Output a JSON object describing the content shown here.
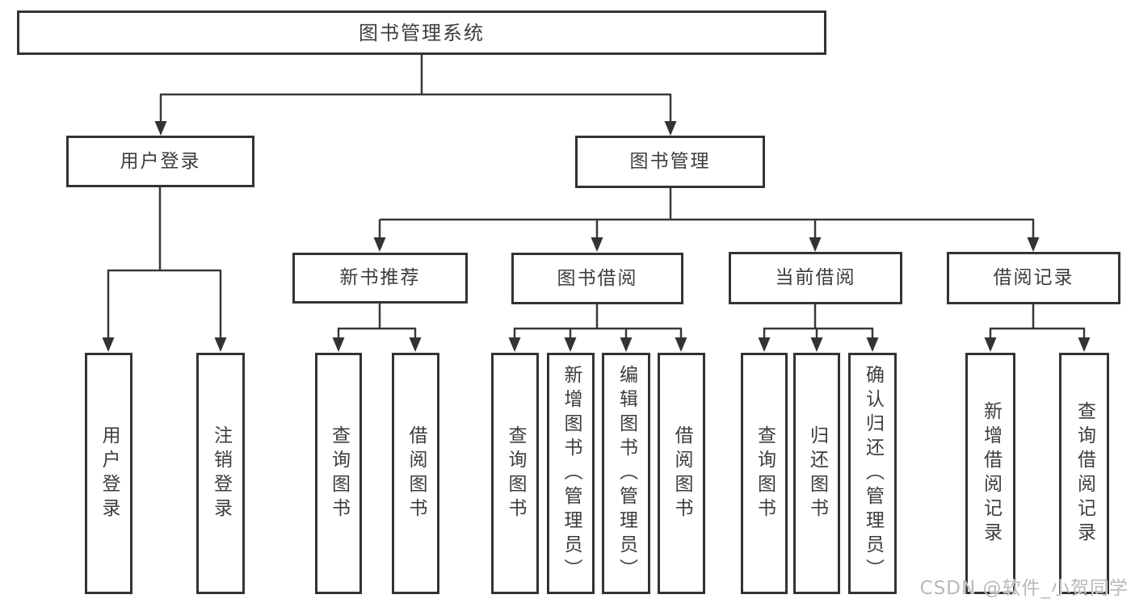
{
  "palette": {
    "line_color": "#383838",
    "border_color": "#333333",
    "text_color": "#3d3d3d",
    "watermark_color": "#b9b9b9",
    "background": "#ffffff"
  },
  "diagram": {
    "root": {
      "label": "图书管理系统"
    },
    "branches": [
      {
        "label": "用户登录",
        "children": [
          {
            "label": "用户登录"
          },
          {
            "label": "注销登录"
          }
        ]
      },
      {
        "label": "图书管理",
        "children": [
          {
            "label": "新书推荐",
            "children": [
              {
                "label": "查询图书"
              },
              {
                "label": "借阅图书"
              }
            ]
          },
          {
            "label": "图书借阅",
            "children": [
              {
                "label": "查询图书"
              },
              {
                "label": "新增图书（管理员）"
              },
              {
                "label": "编辑图书（管理员）"
              },
              {
                "label": "借阅图书"
              }
            ]
          },
          {
            "label": "当前借阅",
            "children": [
              {
                "label": "查询图书"
              },
              {
                "label": "归还图书"
              },
              {
                "label": "确认归还（管理员）"
              }
            ]
          },
          {
            "label": "借阅记录",
            "children": [
              {
                "label": "新增借阅记录"
              },
              {
                "label": "查询借阅记录"
              }
            ]
          }
        ]
      }
    ]
  },
  "watermark": {
    "text": "CSDN @软件_小贺同学"
  }
}
